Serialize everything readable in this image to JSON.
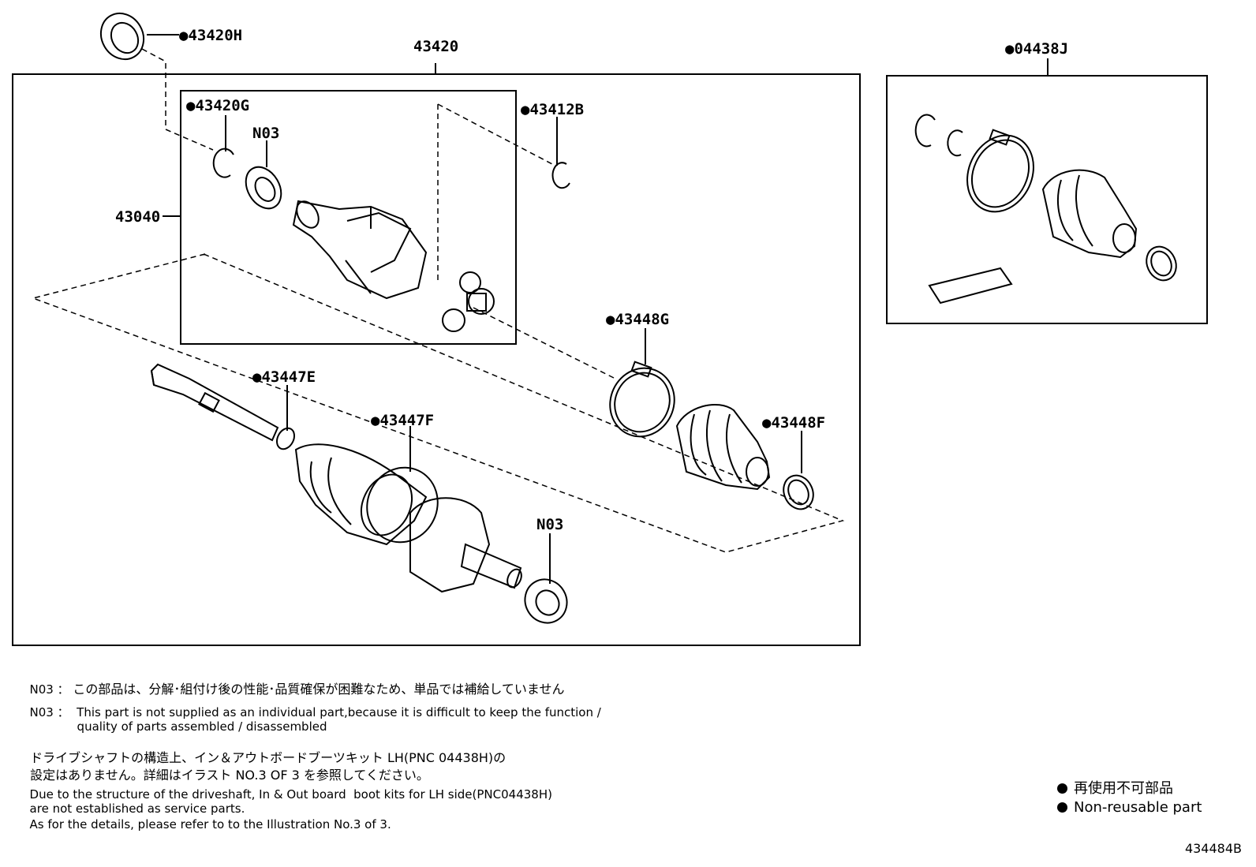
{
  "parts": {
    "p43420H": "●43420H",
    "p43420": "43420",
    "p04438J": "●04438J",
    "p43420G": "●43420G",
    "pN03a": "N03",
    "p43412B": "●43412B",
    "p43040": "43040",
    "p43448G": "●43448G",
    "p43447E": "●43447E",
    "p43447F": "●43447F",
    "p43448F": "●43448F",
    "pN03b": "N03"
  },
  "notes": {
    "n1_code": "N03 ：",
    "n1_text": "この部品は、分解･組付け後の性能･品質確保が困難なため、単品では補給していません",
    "n2_code": "N03 ：",
    "n2_text": "This part is not supplied as an individual part,because it is difficult to keep the function /",
    "n2_text2": "quality of parts assembled / disassembled",
    "n3_line1": "ドライブシャフトの構造上、イン＆アウトボードブーツキット LH(PNC 04438H)の",
    "n3_line2": "設定はありません。詳細はイラスト NO.3 OF 3 を参照してください。",
    "n4_line1": "Due to the structure of the driveshaft, In & Out board  boot kits for LH side(PNC04438H)",
    "n4_line2": "are not established as service parts.",
    "n4_line3": "As for the details, please refer to to the Illustration No.3 of 3."
  },
  "legend": {
    "jp": "再使用不可部品",
    "en": "Non-reusable part"
  },
  "figure_number": "434484B"
}
